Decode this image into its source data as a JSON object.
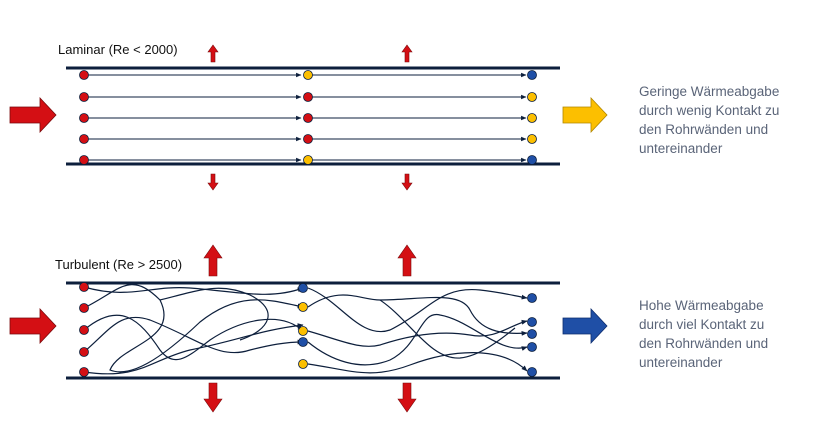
{
  "laminar": {
    "title": "Laminar (Re < 2000)",
    "description": [
      "Geringe Wärmeabgabe",
      "durch wenig Kontakt zu",
      "den Rohrwänden und",
      "untereinander"
    ]
  },
  "turbulent": {
    "title": "Turbulent (Re > 2500)",
    "description": [
      "Hohe Wärmeabgabe",
      "durch viel Kontakt zu",
      "den Rohrwänden und",
      "untereinander"
    ]
  },
  "colors": {
    "hot": "#d40f14",
    "warm": "#fcbf00",
    "cool": "#1f4fa6",
    "wall": "#0d1f3c",
    "text": "#5a6478"
  }
}
